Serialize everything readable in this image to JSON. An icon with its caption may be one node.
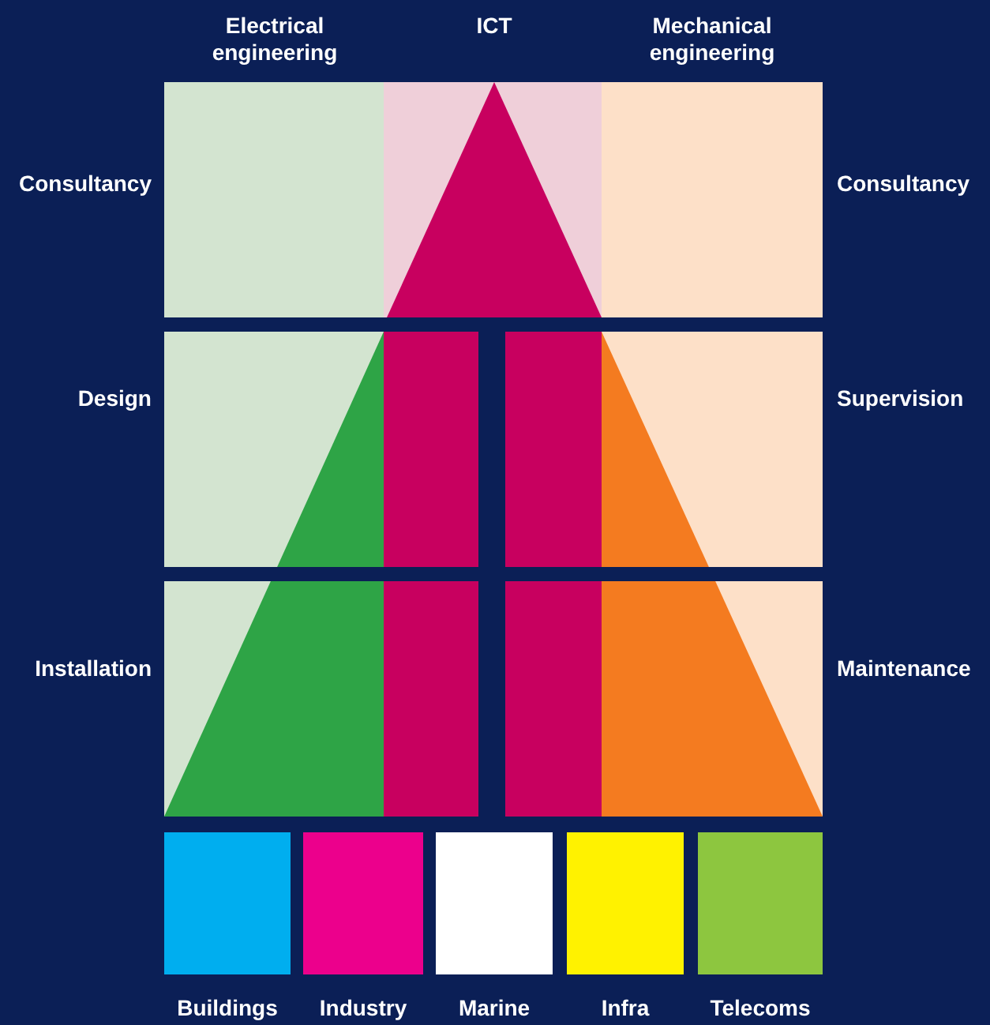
{
  "diagram": {
    "labels": [
      "Electrical engineering",
      "ICT",
      "Mechanical engineering",
      "Consultancy",
      "Consultancy",
      "Design",
      "Supervision",
      "Installation",
      "Maintenance"
    ],
    "legend": [
      {
        "text": "Buildings",
        "color": "#00aeef"
      },
      {
        "text": "Industry",
        "color": "#ec008c"
      },
      {
        "text": "Marine",
        "color": "#ffffff"
      },
      {
        "text": "Infra",
        "color": "#fff200"
      },
      {
        "text": "Telecoms",
        "color": "#8dc63f"
      }
    ]
  }
}
